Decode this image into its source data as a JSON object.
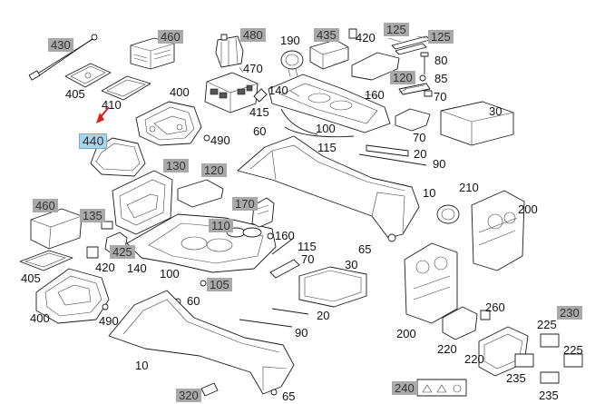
{
  "callouts": [
    {
      "id": "c430a",
      "text": "430",
      "boxed": true
    },
    {
      "id": "c460a",
      "text": "460",
      "boxed": true
    },
    {
      "id": "c480",
      "text": "480",
      "boxed": true
    },
    {
      "id": "c190",
      "text": "190",
      "boxed": false
    },
    {
      "id": "c435",
      "text": "435",
      "boxed": true
    },
    {
      "id": "c420a",
      "text": "420",
      "boxed": false
    },
    {
      "id": "c125a",
      "text": "125",
      "boxed": true
    },
    {
      "id": "c125b",
      "text": "125",
      "boxed": true
    },
    {
      "id": "c80",
      "text": "80",
      "boxed": false
    },
    {
      "id": "c85",
      "text": "85",
      "boxed": false
    },
    {
      "id": "c120a",
      "text": "120",
      "boxed": true
    },
    {
      "id": "c70a",
      "text": "70",
      "boxed": false
    },
    {
      "id": "c405a",
      "text": "405",
      "boxed": false
    },
    {
      "id": "c410",
      "text": "410",
      "boxed": false
    },
    {
      "id": "c400a",
      "text": "400",
      "boxed": false
    },
    {
      "id": "c470",
      "text": "470",
      "boxed": false
    },
    {
      "id": "c140a",
      "text": "140",
      "boxed": false
    },
    {
      "id": "c160a",
      "text": "160",
      "boxed": false
    },
    {
      "id": "c30a",
      "text": "30",
      "boxed": false
    },
    {
      "id": "c415",
      "text": "415",
      "boxed": false
    },
    {
      "id": "c100a",
      "text": "100",
      "boxed": false
    },
    {
      "id": "c440",
      "text": "440",
      "boxed": false,
      "selected": true
    },
    {
      "id": "c490a",
      "text": "490",
      "boxed": false
    },
    {
      "id": "c60a",
      "text": "60",
      "boxed": false
    },
    {
      "id": "c115a",
      "text": "115",
      "boxed": false
    },
    {
      "id": "c70b",
      "text": "70",
      "boxed": false
    },
    {
      "id": "c20a",
      "text": "20",
      "boxed": false
    },
    {
      "id": "c90a",
      "text": "90",
      "boxed": false
    },
    {
      "id": "c130",
      "text": "130",
      "boxed": true
    },
    {
      "id": "c120b",
      "text": "120",
      "boxed": true
    },
    {
      "id": "c10a",
      "text": "10",
      "boxed": false
    },
    {
      "id": "c210",
      "text": "210",
      "boxed": false
    },
    {
      "id": "c200a",
      "text": "200",
      "boxed": false
    },
    {
      "id": "c460b",
      "text": "460",
      "boxed": true
    },
    {
      "id": "c135",
      "text": "135",
      "boxed": true
    },
    {
      "id": "c170",
      "text": "170",
      "boxed": true
    },
    {
      "id": "c110",
      "text": "110",
      "boxed": true
    },
    {
      "id": "c160b",
      "text": "160",
      "boxed": false
    },
    {
      "id": "c425",
      "text": "425",
      "boxed": true
    },
    {
      "id": "c115b",
      "text": "115",
      "boxed": false
    },
    {
      "id": "c65a",
      "text": "65",
      "boxed": false
    },
    {
      "id": "c420b",
      "text": "420",
      "boxed": false
    },
    {
      "id": "c140b",
      "text": "140",
      "boxed": false
    },
    {
      "id": "c70c",
      "text": "70",
      "boxed": false
    },
    {
      "id": "c405b",
      "text": "405",
      "boxed": false
    },
    {
      "id": "c100b",
      "text": "100",
      "boxed": false
    },
    {
      "id": "c30b",
      "text": "30",
      "boxed": false
    },
    {
      "id": "c105",
      "text": "105",
      "boxed": true
    },
    {
      "id": "c400b",
      "text": "400",
      "boxed": false
    },
    {
      "id": "c60b",
      "text": "60",
      "boxed": false
    },
    {
      "id": "c490b",
      "text": "490",
      "boxed": false
    },
    {
      "id": "c20b",
      "text": "20",
      "boxed": false
    },
    {
      "id": "c260",
      "text": "260",
      "boxed": false
    },
    {
      "id": "c230",
      "text": "230",
      "boxed": true
    },
    {
      "id": "c225a",
      "text": "225",
      "boxed": false
    },
    {
      "id": "c90b",
      "text": "90",
      "boxed": false
    },
    {
      "id": "c200b",
      "text": "200",
      "boxed": false
    },
    {
      "id": "c220a",
      "text": "220",
      "boxed": false
    },
    {
      "id": "c220b",
      "text": "220",
      "boxed": false
    },
    {
      "id": "c225b",
      "text": "225",
      "boxed": false
    },
    {
      "id": "c10b",
      "text": "10",
      "boxed": false
    },
    {
      "id": "c235a",
      "text": "235",
      "boxed": false
    },
    {
      "id": "c320",
      "text": "320",
      "boxed": true
    },
    {
      "id": "c65b",
      "text": "65",
      "boxed": false
    },
    {
      "id": "c240",
      "text": "240",
      "boxed": true
    },
    {
      "id": "c235b",
      "text": "235",
      "boxed": false
    }
  ],
  "colors": {
    "callout_box": "#a9a9a9",
    "selected_box": "#a8d4ec",
    "pointer": "#e0201c",
    "line": "#1b1b1b"
  }
}
